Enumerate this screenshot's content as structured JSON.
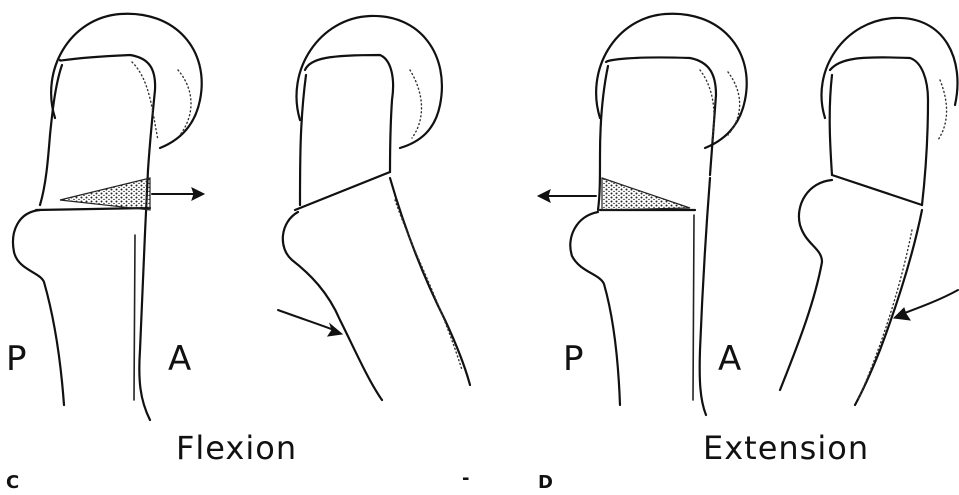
{
  "panels": [
    {
      "letter": "C",
      "caption": "Flexion",
      "posterior_label": "P",
      "anterior_label": "A"
    },
    {
      "letter": "D",
      "caption": "Extension",
      "posterior_label": "P",
      "anterior_label": "A"
    }
  ],
  "stray_mark": "-"
}
